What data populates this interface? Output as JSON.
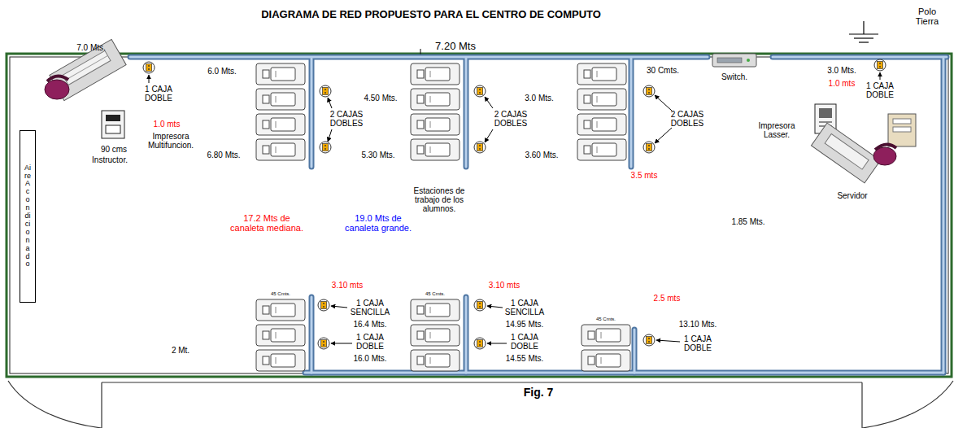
{
  "diagram": {
    "title": "DIAGRAMA DE RED PROPUESTO PARA EL CENTRO DE COMPUTO",
    "caption": "Fig. 7",
    "nodes": [
      {
        "text": [
          "Aire Acondicionado"
        ]
      }
    ],
    "labels": [
      "Polo Tierra",
      "7.20 Mts",
      "7.0 Mts.",
      "1 CAJA DOBLE",
      "6.0 Mts.",
      "4.50 Mts.",
      "3.0 Mts.",
      "30 Cmts.",
      "Switch.",
      "3.0 Mts.",
      "1 CAJA DOBLE",
      "1.0 mts",
      "1.0 mts",
      "Impresora Multifuncion.",
      "90 cms",
      "Instructor.",
      "2 CAJAS DOBLES",
      "2 CAJAS DOBLES",
      "2 CAJAS DOBLES",
      "Impresora Lasser.",
      "6.80 Mts.",
      "5.30 Mts.",
      "3.60 Mts.",
      "3.5 mts",
      "Estaciones de trabajo de los alumnos.",
      "Servidor",
      "17.2 Mts de canaleta mediana.",
      "19.0 Mts de canaleta grande.",
      "1.85 Mts.",
      "45 Cmts.",
      "45 Cmts.",
      "45 Cmts.",
      "3.10 mts",
      "3.10 mts",
      "2.5 mts",
      "1 CAJA SENCILLA",
      "16.4 Mts.",
      "1 CAJA SENCILLA",
      "14.95 Mts.",
      "1 CAJA DOBLE",
      "16.0 Mts.",
      "1 CAJA DOBLE",
      "14.55 Mts.",
      "13.10 Mts.",
      "1 CAJA DOBLE",
      "2 Mt."
    ]
  }
}
